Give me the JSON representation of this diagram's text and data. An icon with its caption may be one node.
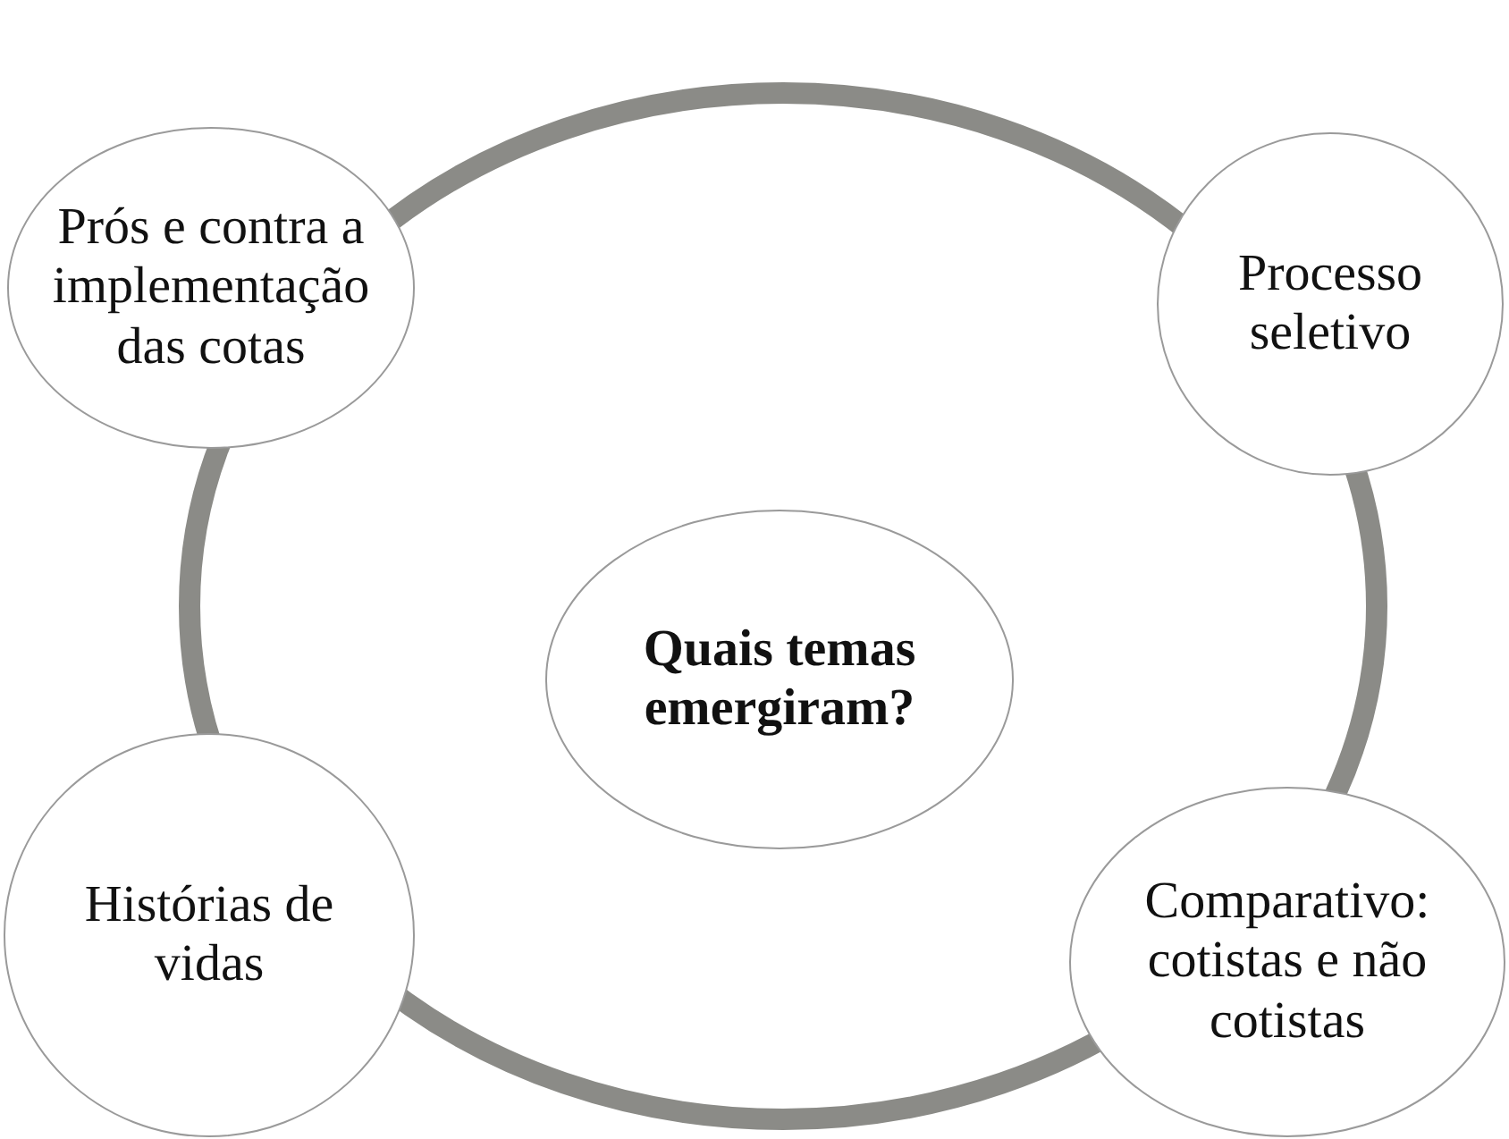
{
  "diagram": {
    "nodes": [
      {
        "text": [],
        "shape": "circle"
      },
      {
        "text": [
          "Prós e contra a implementação das cotas"
        ]
      },
      {
        "text": [
          "Processo seletivo"
        ]
      },
      {
        "text": [
          "Quais temas emergiram?"
        ],
        "in": 0
      },
      {
        "text": [
          "Histórias de vidas"
        ]
      },
      {
        "text": [
          "Comparativo: cotistas e não cotistas"
        ]
      }
    ],
    "edges": []
  }
}
